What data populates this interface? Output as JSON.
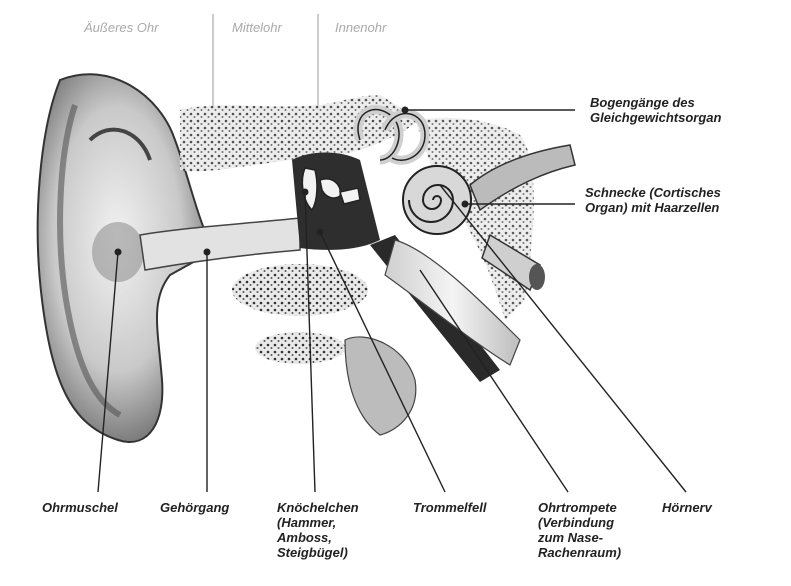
{
  "sections": [
    "Äußeres Ohr",
    "Mittelohr",
    "Innenohr"
  ],
  "labels": {
    "bogengaenge": [
      "Bogengänge des",
      "Gleichgewichtsorgan"
    ],
    "schnecke": [
      "Schnecke (Cortisches",
      "Organ) mit Haarzellen"
    ],
    "ohrmuschel": "Ohrmuschel",
    "gehoergang": "Gehörgang",
    "knoechelchen": [
      "Knöchelchen",
      "(Hammer,",
      "Amboss,",
      "Steigbügel)"
    ],
    "trommelfell": "Trommelfell",
    "ohrtrompete": [
      "Ohrtrompete",
      "(Verbindung",
      "zum Nase-",
      "Rachenraum)"
    ],
    "hoernerv": "Hörnerv"
  },
  "colors": {
    "ink": "#222222",
    "section_text": "#aaaaaa",
    "skin_dark": "#3a3a3a",
    "skin_light": "#dedede"
  }
}
